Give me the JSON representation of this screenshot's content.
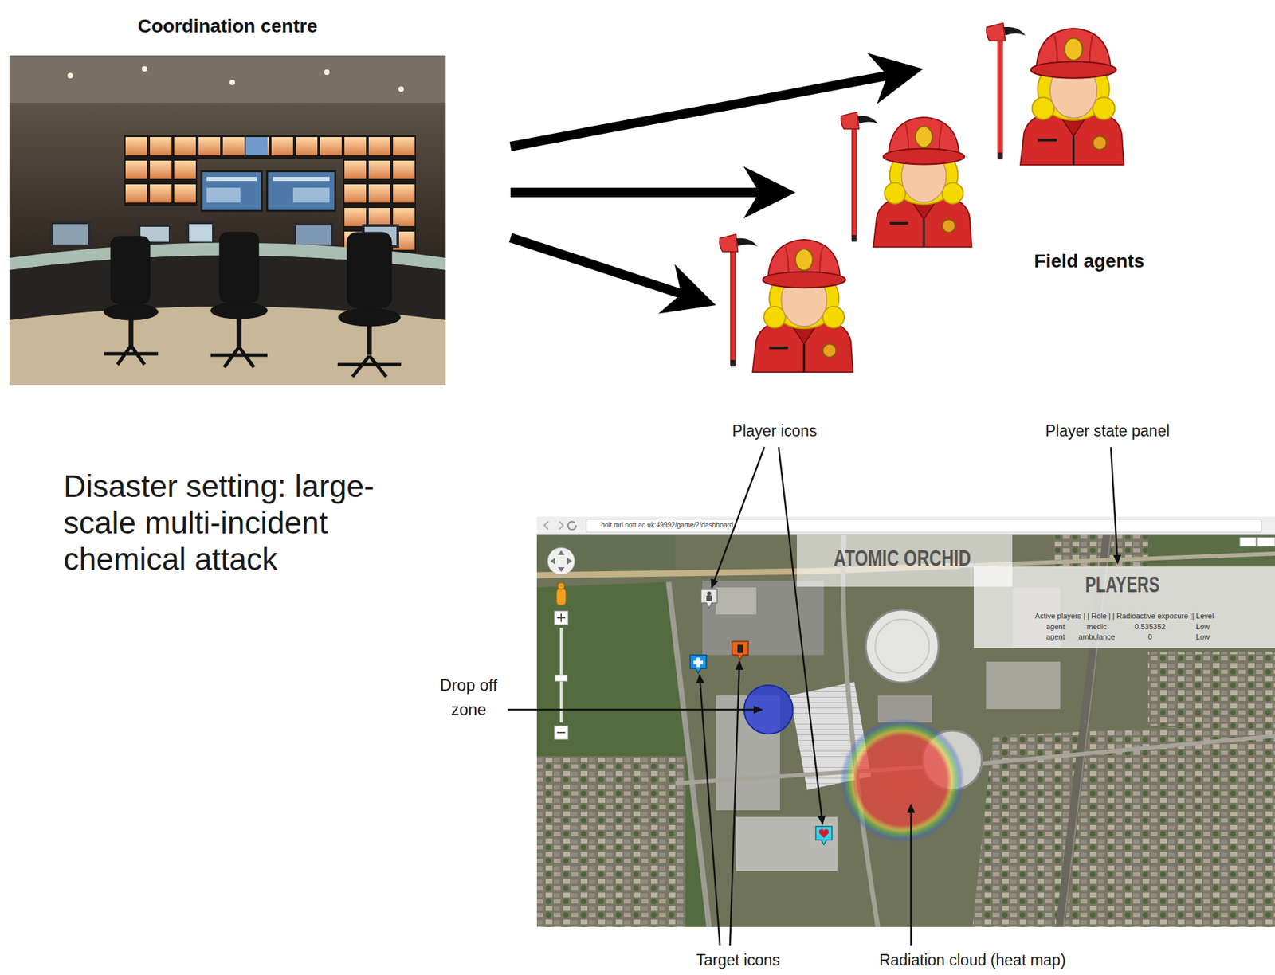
{
  "diagram": {
    "nodes": [
      {
        "text": [
          "Coordination centre"
        ]
      },
      {
        "text": [
          "Field agents"
        ]
      }
    ],
    "edges": [
      {
        "from": 0,
        "to": 1,
        "arrow": "to"
      },
      {
        "from": 0,
        "to": 1,
        "arrow": "to"
      },
      {
        "from": 0,
        "to": 1,
        "arrow": "to"
      }
    ],
    "labels": [
      "Disaster setting: large-scale multi-incident chemical attack",
      "Player icons",
      "Player state panel",
      "Drop off zone",
      "Target icons",
      "Radiation cloud (heat map)",
      "holt.mrl.nott.ac.uk:49992/game/2/dashboard",
      "ATOMIC ORCHID",
      "PLAYERS",
      "Active players | | Role | | Radioactive exposure || Level",
      "agent",
      "medic",
      "0.535352",
      "Low",
      "agent",
      "ambulance",
      "0",
      "Low"
    ]
  }
}
